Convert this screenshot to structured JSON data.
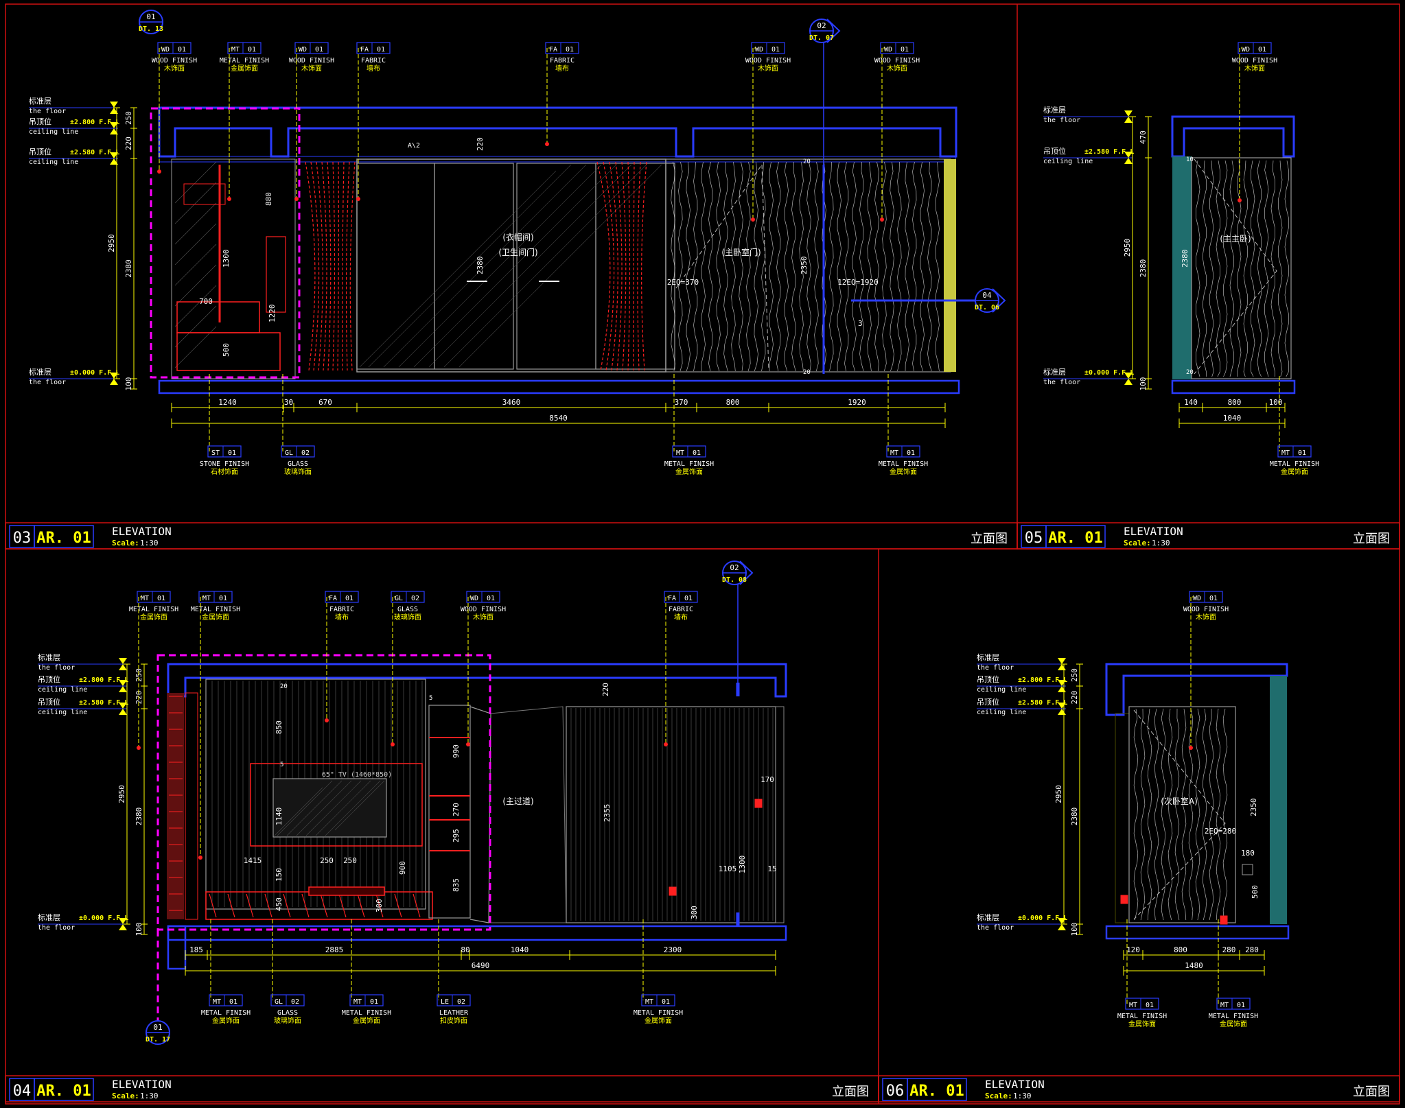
{
  "colors": {
    "background": "#000000",
    "frame": "#d01010",
    "blue": "#2a3cff",
    "yellow": "#ffff00",
    "magenta": "#ff00ff",
    "red": "#ff2020",
    "white": "#ffffff",
    "grey": "#9a9a9a",
    "teal": "#1f6d6d"
  },
  "panels": {
    "p03": {
      "num": "03",
      "sheet": "AR. 01",
      "title": "ELEVATION",
      "scale_label": "Scale:",
      "scale": "1:30",
      "cn": "立面图",
      "bubbles": [
        {
          "top": "01",
          "bottom": "DT. 13"
        },
        {
          "top": "02",
          "bottom": "DT. 07"
        },
        {
          "top": "04",
          "bottom": "DT. 06"
        }
      ],
      "tags": [
        {
          "code": "WD",
          "num": "01",
          "en": "WOOD FINISH",
          "cn": "木饰面"
        },
        {
          "code": "MT",
          "num": "01",
          "en": "METAL FINISH",
          "cn": "金属饰面"
        },
        {
          "code": "WD",
          "num": "01",
          "en": "WOOD FINISH",
          "cn": "木饰面"
        },
        {
          "code": "FA",
          "num": "01",
          "en": "FABRIC",
          "cn": "墙布"
        },
        {
          "code": "FA",
          "num": "01",
          "en": "FABRIC",
          "cn": "墙布"
        },
        {
          "code": "WD",
          "num": "01",
          "en": "WOOD FINISH",
          "cn": "木饰面"
        },
        {
          "code": "WD",
          "num": "01",
          "en": "WOOD FINISH",
          "cn": "木饰面"
        },
        {
          "code": "ST",
          "num": "01",
          "en": "STONE FINISH",
          "cn": "石材饰面"
        },
        {
          "code": "GL",
          "num": "02",
          "en": "GLASS",
          "cn": "玻璃饰面"
        },
        {
          "code": "MT",
          "num": "01",
          "en": "METAL FINISH",
          "cn": "金属饰面"
        },
        {
          "code": "MT",
          "num": "01",
          "en": "METAL FINISH",
          "cn": "金属饰面"
        }
      ],
      "levels": [
        {
          "cn": "标准层",
          "en": "the floor"
        },
        {
          "cn": "吊顶位",
          "val": "±2.800 F.F.L",
          "en": "ceiling line"
        },
        {
          "cn": "吊顶位",
          "val": "±2.580 F.F.L",
          "en": "ceiling line"
        },
        {
          "cn": "标准层",
          "val": "±0.000 F.F.L",
          "en": "the floor"
        }
      ],
      "dims_bottom": [
        "1240",
        "30",
        "670",
        "3460",
        "370",
        "800",
        "1920"
      ],
      "dim_total": "8540",
      "dims_left": [
        "250",
        "220",
        "2950",
        "2380",
        "100"
      ],
      "dims_misc": [
        "880",
        "1300",
        "700",
        "1220",
        "500",
        "220",
        "2380",
        "2350",
        "2EQ=370",
        "12EQ=1920",
        "A\\2",
        "3",
        "20",
        "20"
      ],
      "room_labels": [
        "(衣帽间)",
        "(卫生间门)",
        "(主卧室门)"
      ]
    },
    "p05": {
      "num": "05",
      "sheet": "AR. 01",
      "title": "ELEVATION",
      "scale_label": "Scale:",
      "scale": "1:30",
      "cn": "立面图",
      "tags": [
        {
          "code": "WD",
          "num": "01",
          "en": "WOOD FINISH",
          "cn": "木饰面"
        },
        {
          "code": "MT",
          "num": "01",
          "en": "METAL FINISH",
          "cn": "金属饰面"
        }
      ],
      "levels": [
        {
          "cn": "标准层",
          "en": "the floor"
        },
        {
          "cn": "吊顶位",
          "val": "±2.580 F.F.L",
          "en": "ceiling line"
        },
        {
          "cn": "标准层",
          "val": "±0.000 F.F.L",
          "en": "the floor"
        }
      ],
      "dims_bottom": [
        "140",
        "800",
        "100"
      ],
      "dim_total": "1040",
      "dims_left": [
        "470",
        "2950",
        "2380",
        "100"
      ],
      "dims_misc": [
        "2380",
        "10",
        "20"
      ],
      "room_labels": [
        "(主主卧)"
      ]
    },
    "p04": {
      "num": "04",
      "sheet": "AR. 01",
      "title": "ELEVATION",
      "scale_label": "Scale:",
      "scale": "1:30",
      "cn": "立面图",
      "bubbles": [
        {
          "top": "02",
          "bottom": "DT. 08"
        },
        {
          "top": "01",
          "bottom": "DT. 17"
        }
      ],
      "tags": [
        {
          "code": "MT",
          "num": "01",
          "en": "METAL FINISH",
          "cn": "金属饰面"
        },
        {
          "code": "MT",
          "num": "01",
          "en": "METAL FINISH",
          "cn": "金属饰面"
        },
        {
          "code": "FA",
          "num": "01",
          "en": "FABRIC",
          "cn": "墙布"
        },
        {
          "code": "GL",
          "num": "02",
          "en": "GLASS",
          "cn": "玻璃饰面"
        },
        {
          "code": "WD",
          "num": "01",
          "en": "WOOD FINISH",
          "cn": "木饰面"
        },
        {
          "code": "FA",
          "num": "01",
          "en": "FABRIC",
          "cn": "墙布"
        },
        {
          "code": "MT",
          "num": "01",
          "en": "METAL FINISH",
          "cn": "金属饰面"
        },
        {
          "code": "GL",
          "num": "02",
          "en": "GLASS",
          "cn": "玻璃饰面"
        },
        {
          "code": "MT",
          "num": "01",
          "en": "METAL FINISH",
          "cn": "金属饰面"
        },
        {
          "code": "LE",
          "num": "02",
          "en": "LEATHER",
          "cn": "扣皮饰面"
        },
        {
          "code": "MT",
          "num": "01",
          "en": "METAL FINISH",
          "cn": "金属饰面"
        }
      ],
      "levels": [
        {
          "cn": "标准层",
          "en": "the floor"
        },
        {
          "cn": "吊顶位",
          "val": "±2.800 F.F.L",
          "en": "ceiling line"
        },
        {
          "cn": "吊顶位",
          "val": "±2.580 F.F.L",
          "en": "ceiling line"
        },
        {
          "cn": "标准层",
          "val": "±0.000 F.F.L",
          "en": "the floor"
        }
      ],
      "dims_bottom": [
        "185",
        "2885",
        "80",
        "1040",
        "2300"
      ],
      "dim_total": "6490",
      "dims_left": [
        "250",
        "220",
        "2950",
        "2380",
        "100"
      ],
      "dims_misc": [
        "850",
        "1140",
        "150",
        "450",
        "300",
        "900",
        "990",
        "270",
        "295",
        "835",
        "2355",
        "1300",
        "1105",
        "300",
        "170",
        "15",
        "1415",
        "250",
        "250",
        "65\" TV (1460*850)",
        "20",
        "220",
        "5",
        "5"
      ],
      "room_labels": [
        "(主过道)"
      ]
    },
    "p06": {
      "num": "06",
      "sheet": "AR. 01",
      "title": "ELEVATION",
      "scale_label": "Scale:",
      "scale": "1:30",
      "cn": "立面图",
      "tags": [
        {
          "code": "WD",
          "num": "01",
          "en": "WOOD FINISH",
          "cn": "木饰面"
        },
        {
          "code": "MT",
          "num": "01",
          "en": "METAL FINISH",
          "cn": "金属饰面"
        },
        {
          "code": "MT",
          "num": "01",
          "en": "METAL FINISH",
          "cn": "金属饰面"
        }
      ],
      "levels": [
        {
          "cn": "标准层",
          "en": "the floor"
        },
        {
          "cn": "吊顶位",
          "val": "±2.800 F.F.L",
          "en": "ceiling line"
        },
        {
          "cn": "吊顶位",
          "val": "±2.580 F.F.L",
          "en": "ceiling line"
        },
        {
          "cn": "标准层",
          "val": "±0.000 F.F.L",
          "en": "the floor"
        }
      ],
      "dims_bottom": [
        "120",
        "800",
        "280",
        "280"
      ],
      "dim_total": "1480",
      "dims_left": [
        "250",
        "220",
        "2950",
        "2380",
        "100"
      ],
      "dims_misc": [
        "2350",
        "2EQ=280",
        "180",
        "500"
      ],
      "room_labels": [
        "(次卧室A)"
      ]
    }
  }
}
